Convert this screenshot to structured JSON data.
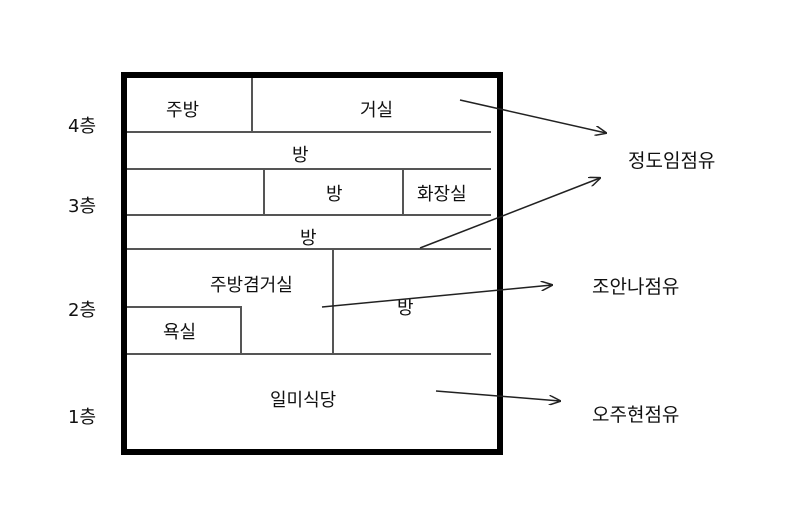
{
  "floors": [
    "4층",
    "3층",
    "2층",
    "1층"
  ],
  "rooms": {
    "kitchen_4f": "주방",
    "living_4f": "거실",
    "room_corridor_4f": "방",
    "room_3f": "방",
    "bathroom_3f": "화장실",
    "room_corridor_3f": "방",
    "kitchen_living_2f": "주방겸거실",
    "room_2f": "방",
    "bath_2f": "욕실",
    "restaurant_1f": "일미식당"
  },
  "owners": [
    "정도임점유",
    "조안나점유",
    "오주현점유"
  ]
}
